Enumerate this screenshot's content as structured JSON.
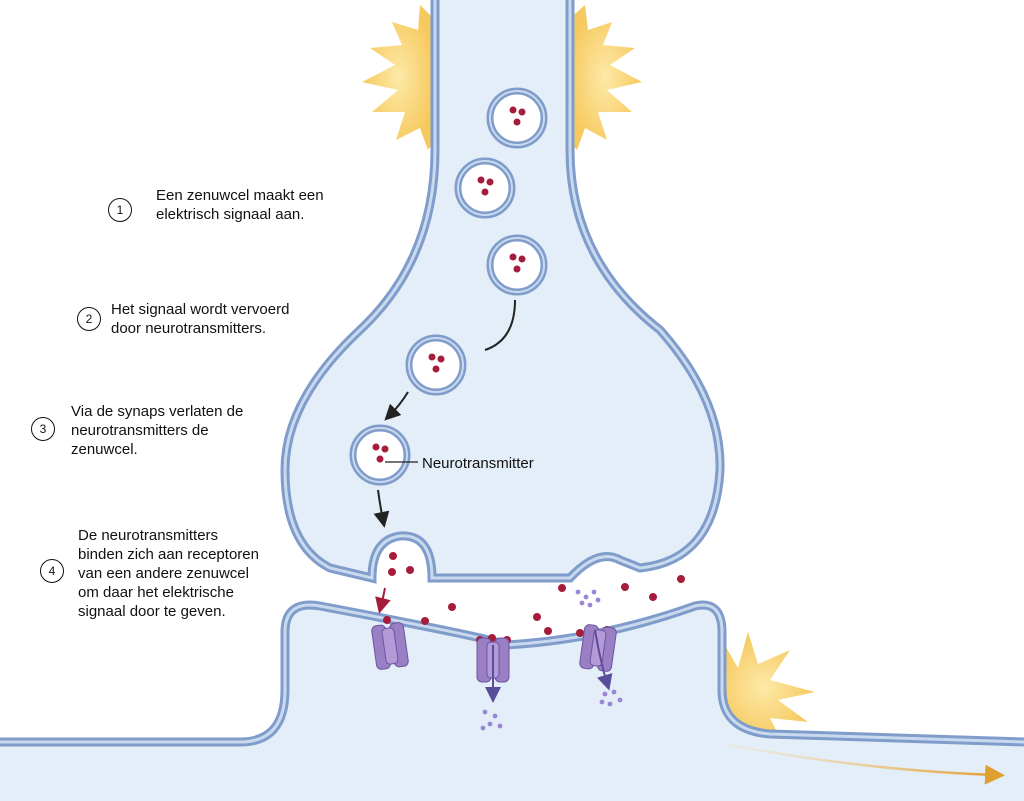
{
  "steps": [
    {
      "number": "1",
      "lines": [
        "Een zenuwcel maakt een",
        "elektrisch signaal aan."
      ]
    },
    {
      "number": "2",
      "lines": [
        "Het signaal wordt vervoerd",
        "door neurotransmitters."
      ]
    },
    {
      "number": "3",
      "lines": [
        "Via de synaps verlaten de",
        "neurotransmitters de",
        "zenuwcel."
      ]
    },
    {
      "number": "4",
      "lines": [
        "De neurotransmitters",
        "binden zich aan receptoren",
        "van een andere zenuwcel",
        "om daar het elektrische",
        "signaal door te geven."
      ]
    }
  ],
  "callout": {
    "label": "Neurotransmitter"
  },
  "colors": {
    "cell_fill": "#e4eef8",
    "membrane": "#7f9ccb",
    "membrane_inner": "#c9d9ee",
    "neurotransmitter": "#a51d3b",
    "receptor": "#9b7fc4",
    "spark": "#f6c95e",
    "signal_arrow": "#e0a030"
  }
}
